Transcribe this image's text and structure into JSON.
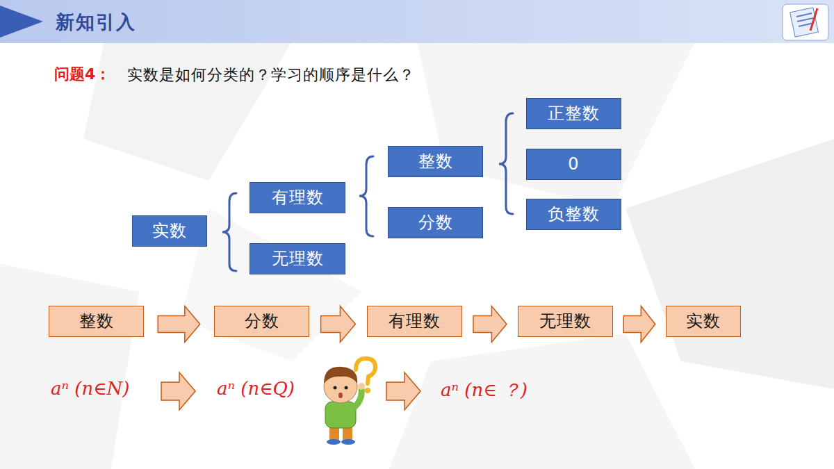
{
  "diagram": {
    "title": "新知引入",
    "nodes": [
      {
        "text": [
          "实数"
        ]
      },
      {
        "text": [
          "有理数"
        ]
      },
      {
        "text": [
          "无理数"
        ]
      },
      {
        "text": [
          "整数"
        ]
      },
      {
        "text": [
          "分数"
        ]
      },
      {
        "text": [
          "正整数"
        ]
      },
      {
        "text": [
          "0"
        ]
      },
      {
        "text": [
          "负整数"
        ]
      },
      {
        "text": [
          "整数"
        ]
      },
      {
        "text": [
          "分数"
        ]
      },
      {
        "text": [
          "有理数"
        ]
      },
      {
        "text": [
          "无理数"
        ]
      },
      {
        "text": [
          "实数"
        ]
      }
    ],
    "edges": [
      {
        "from": 8,
        "to": 9,
        "arrow": "to"
      },
      {
        "from": 9,
        "to": 10,
        "arrow": "to"
      },
      {
        "from": 10,
        "to": 11,
        "arrow": "to"
      },
      {
        "from": 11,
        "to": 12,
        "arrow": "to"
      }
    ],
    "labels": [
      "问题4：",
      "实数是如何分类的？学习的顺序是什么？",
      "aⁿ (n∈N)",
      "aⁿ (n∈Q)",
      "aⁿ (n∈ ？)"
    ]
  }
}
